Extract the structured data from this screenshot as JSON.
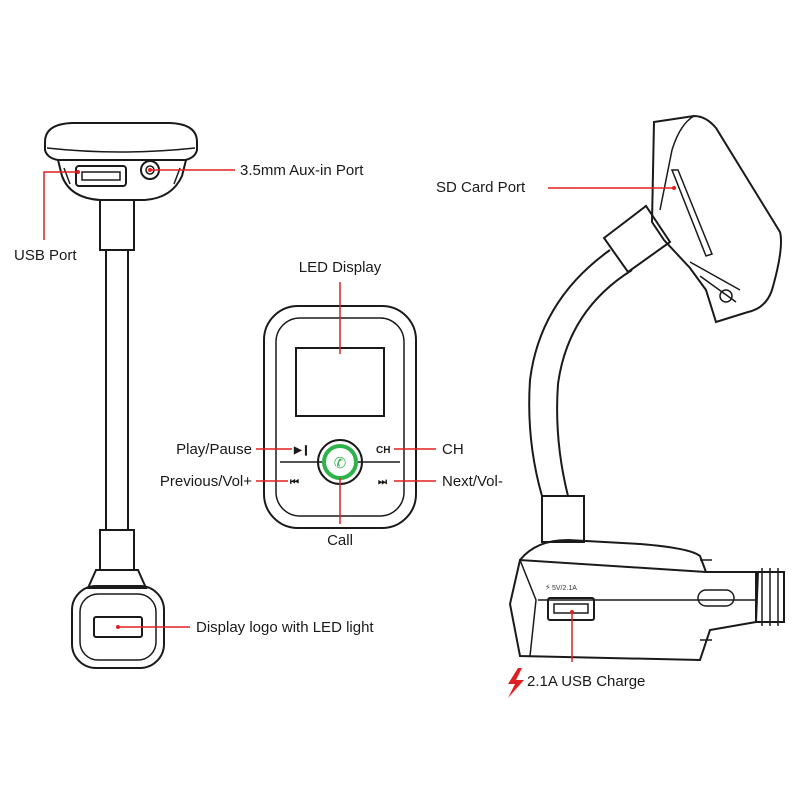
{
  "labels": {
    "aux_port": "3.5mm Aux-in Port",
    "usb_port": "USB Port",
    "sd_card_port": "SD Card Port",
    "led_display": "LED Display",
    "play_pause": "Play/Pause",
    "ch": "CH",
    "previous_vol": "Previous/Vol+",
    "next_vol": "Next/Vol-",
    "call": "Call",
    "display_logo": "Display logo with LED light",
    "usb_charge": "2.1A USB Charge"
  },
  "buttons": {
    "play_pause_glyph": "▶❙",
    "ch_glyph": "CH",
    "prev_glyph": "⏮",
    "next_glyph": "⏭"
  },
  "charger": {
    "rating": "5V/2.1A"
  },
  "colors": {
    "leader": "#e02020",
    "outline": "#1a1a1a",
    "call_green": "#2db34a"
  }
}
